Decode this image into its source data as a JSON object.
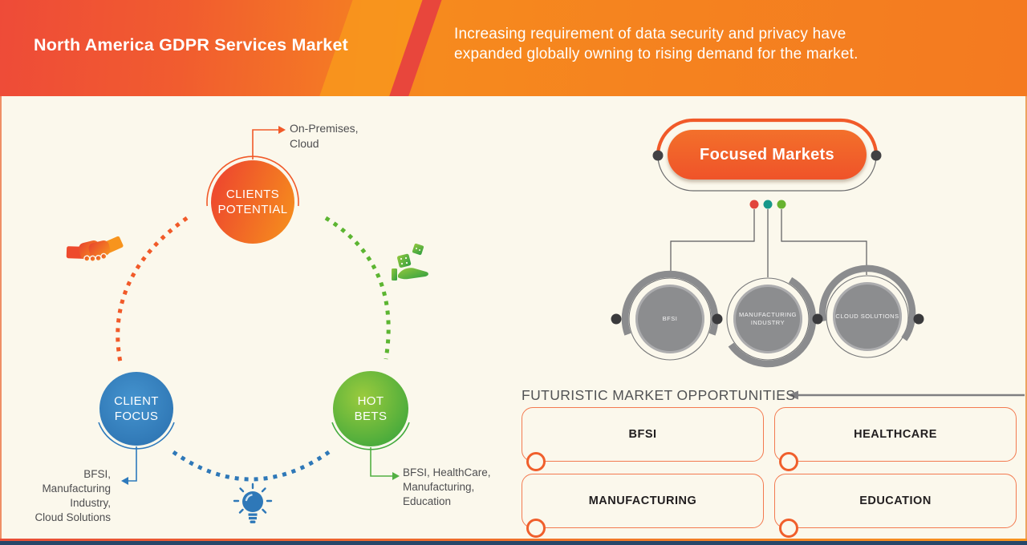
{
  "header": {
    "title": "North America GDPR Services Market",
    "subtitle": "Increasing requirement of data security and privacy have\nexpanded globally owning to rising demand for the market."
  },
  "cycle": {
    "clients_potential": {
      "label": "CLIENTS\nPOTENTIAL",
      "callout": "On-Premises,\nCloud",
      "color": "#f15a29",
      "icon": "handshake-icon"
    },
    "client_focus": {
      "label": "CLIENT\nFOCUS",
      "callout": "BFSI,\nManufacturing\nIndustry,\nCloud Solutions",
      "color": "#2e7abc",
      "icon": "lightbulb-icon"
    },
    "hot_bets": {
      "label": "HOT\nBETS",
      "callout": "BFSI, HealthCare,\nManufacturing,\nEducation",
      "color": "#4fae3d",
      "icon": "dice-hand-icon"
    }
  },
  "focused_markets": {
    "title": "Focused Markets",
    "accent_color": "#f15a29",
    "dot_colors": [
      "#e2453c",
      "#17988a",
      "#67b32f"
    ],
    "circles": [
      "BFSI",
      "MANUFACTURING\nINDUSTRY",
      "CLOUD SOLUTIONS"
    ]
  },
  "opportunities": {
    "heading": "FUTURISTIC MARKET OPPORTUNITIES",
    "items": [
      "BFSI",
      "HEALTHCARE",
      "MANUFACTURING",
      "EDUCATION"
    ]
  }
}
